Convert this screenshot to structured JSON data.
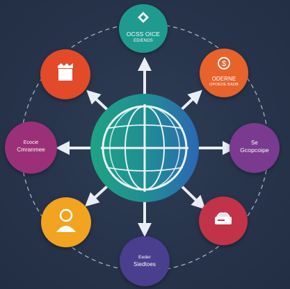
{
  "diagram": {
    "center": {
      "icon": "globe-icon",
      "colors": [
        "#1e9e8a",
        "#2c6fb8"
      ]
    },
    "nodes": [
      {
        "id": "top",
        "color": "#1e9a8f",
        "icon": "diamond-icon",
        "line1": "OCSS OICE",
        "line2": "EDIENOS"
      },
      {
        "id": "upper-right",
        "color": "#e8622c",
        "icon": "coin-icon",
        "line1": "ODERNE",
        "line2": "OPOEOE BAOB"
      },
      {
        "id": "right",
        "color": "#7a3a8f",
        "line1": "Se",
        "line2": "Gcopcoipe"
      },
      {
        "id": "lower-right",
        "color": "#c2334a",
        "icon": "package-icon",
        "line1": "",
        "line2": ""
      },
      {
        "id": "bottom",
        "color": "#4a3f8e",
        "line1": "Eeder",
        "line2": "Siedtoes"
      },
      {
        "id": "lower-left",
        "color": "#f2a31f",
        "icon": "person-icon",
        "line1": "",
        "line2": ""
      },
      {
        "id": "left",
        "color": "#9b3079",
        "line1": "Ecocie",
        "line2": "Cmranmee"
      },
      {
        "id": "upper-left",
        "color": "#e24a2a",
        "icon": "box-icon",
        "line1": "",
        "line2": ""
      }
    ]
  }
}
